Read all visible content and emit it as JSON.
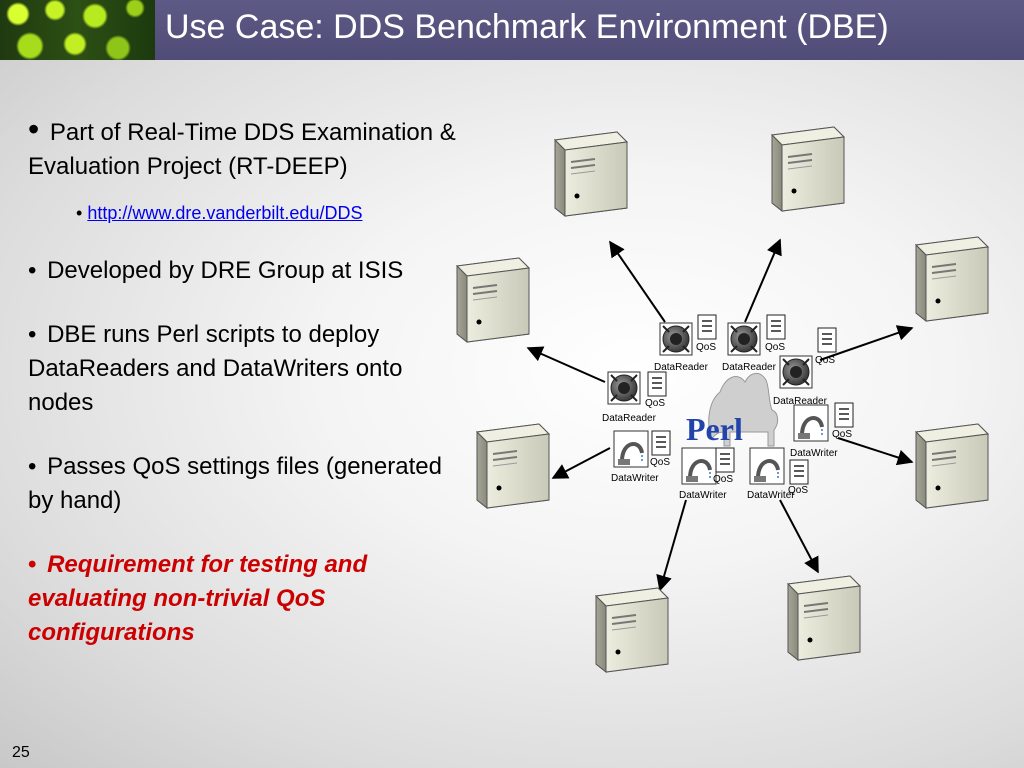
{
  "title": "Use Case: DDS Benchmark Environment (DBE)",
  "page_number": "25",
  "bullets": {
    "b1": "Part of Real-Time DDS Examination & Evaluation Project (RT-DEEP)",
    "b1_link": "http://www.dre.vanderbilt.edu/DDS",
    "b2": "Developed by DRE Group at ISIS",
    "b3": "DBE runs Perl scripts to deploy DataReaders and DataWriters onto nodes",
    "b4": "Passes QoS settings files (generated by hand)",
    "b5": "Requirement for testing and evaluating non-trivial QoS configurations",
    "bullet_char": "•"
  },
  "diagram": {
    "center_label": "Perl",
    "qos": "QoS",
    "readers": [
      "DataReader",
      "DataReader",
      "DataReader",
      "DataReader"
    ],
    "writers": [
      "DataWriter",
      "DataWriter",
      "DataWriter",
      "DataWriter"
    ],
    "icons": [
      "server-icon",
      "gear-icon",
      "faucet-icon",
      "document-icon",
      "camel-icon"
    ]
  },
  "colors": {
    "title_bar": "#4f4c77",
    "emphasis_red": "#cc0000",
    "link_blue": "#0000ee",
    "perl_blue": "#2244aa"
  }
}
